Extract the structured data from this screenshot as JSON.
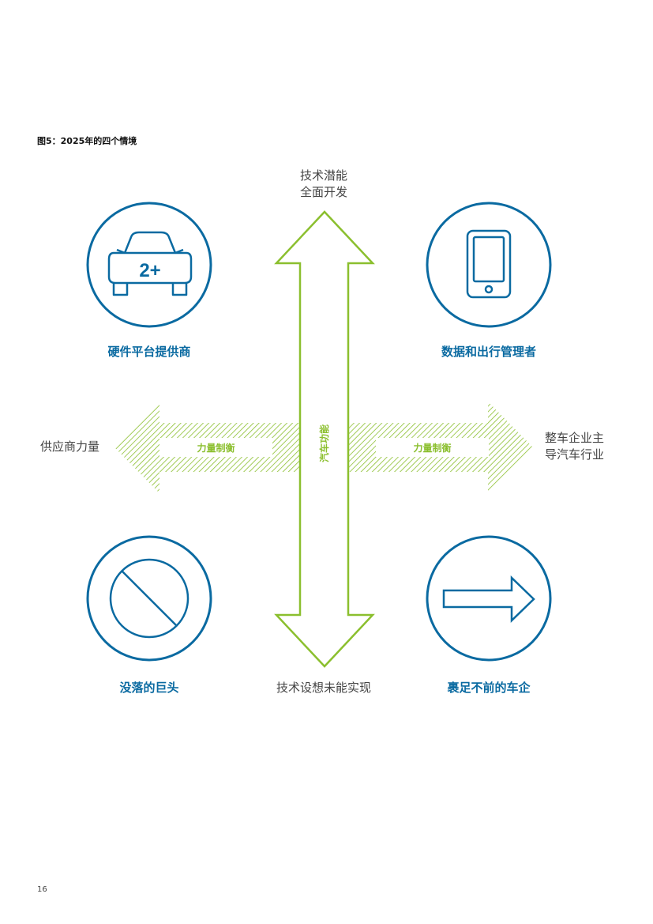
{
  "figure_title": "图5：2025年的四个情境",
  "axis": {
    "top_line1": "技术潜能",
    "top_line2": "全面开发",
    "bottom": "技术设想未能实现",
    "left": "供应商力量",
    "right_line1": "整车企业主",
    "right_line2": "导汽车行业",
    "vertical_arrow_label": "汽车功能",
    "horizontal_arrow_label_left": "力量制衡",
    "horizontal_arrow_label_right": "力量制衡"
  },
  "quadrants": {
    "top_left": "硬件平台提供商",
    "top_right": "数据和出行管理者",
    "bottom_left": "没落的巨头",
    "bottom_right": "裹足不前的车企"
  },
  "car_badge": "2+",
  "page_number": "16",
  "colors": {
    "blue": "#0a6aa1",
    "green": "#8bbf2e"
  },
  "icons": {
    "top_left": "car-icon",
    "top_right": "smartphone-icon",
    "bottom_left": "prohibited-icon",
    "bottom_right": "arrow-right-icon"
  }
}
